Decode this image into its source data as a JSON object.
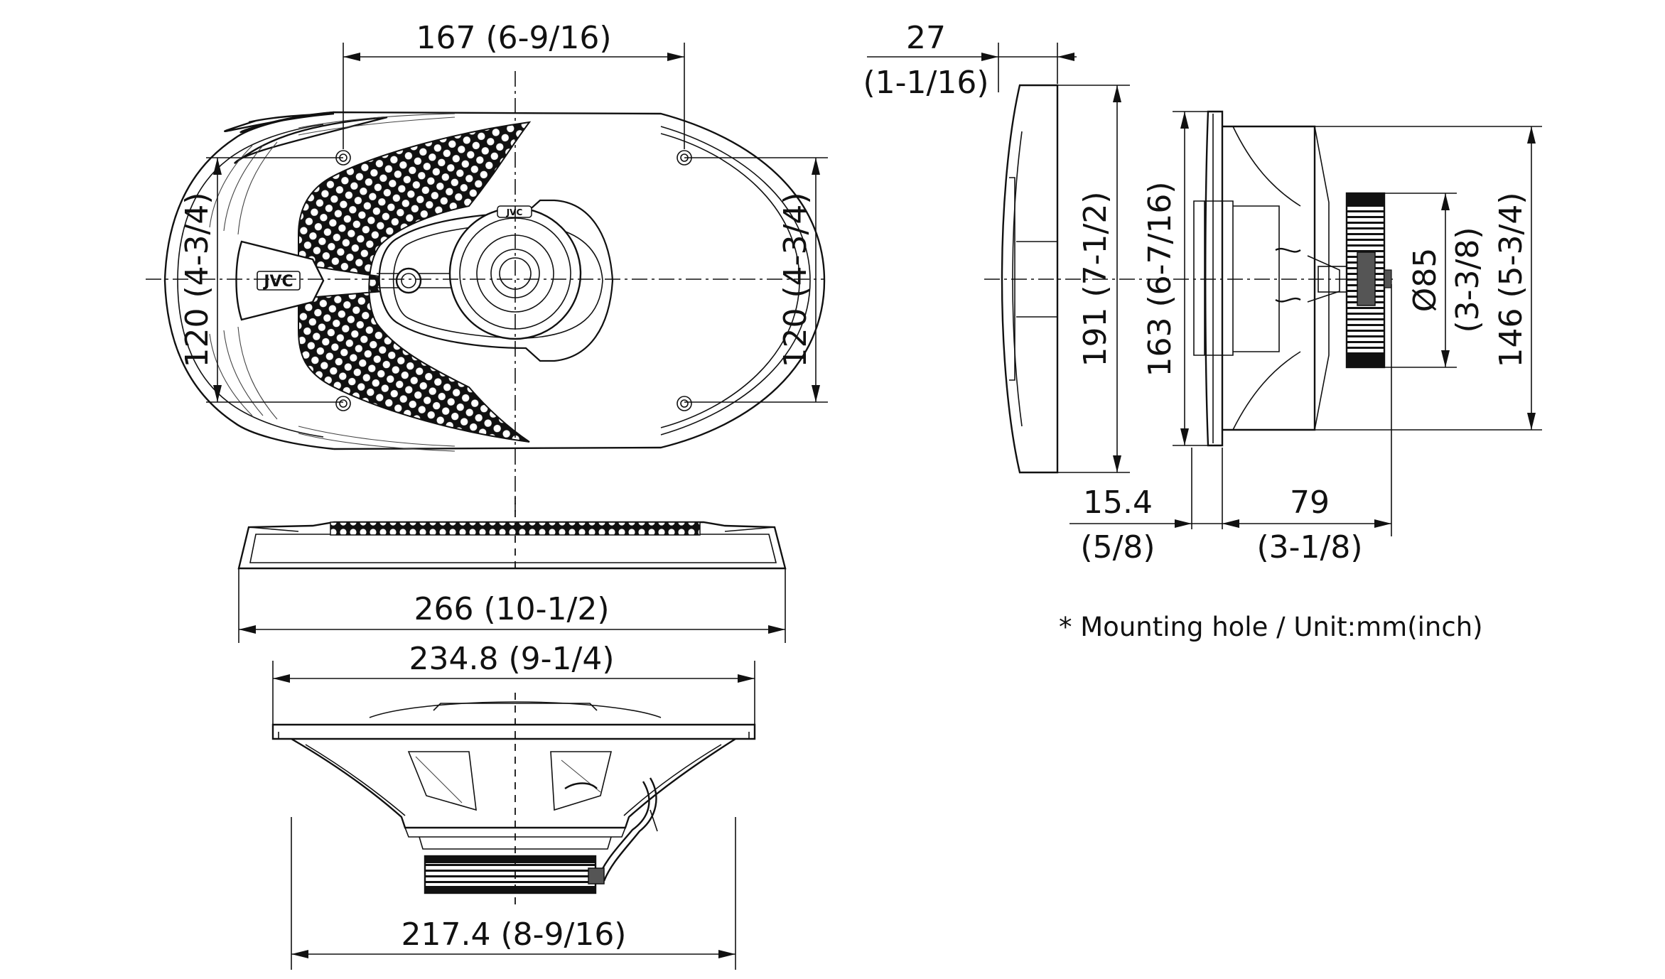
{
  "dimensions": {
    "front_width": "167 (6-9/16)",
    "front_height_left": "120 (4-3/4)",
    "front_height_right": "120 (4-3/4)",
    "grille_depth_mm": "27",
    "grille_depth_in": "(1-1/16)",
    "outer_height": "191 (7-1/2)",
    "cutout_height": "163 (6-7/16)",
    "magnet_dia_mm": "Ø85",
    "magnet_dia_in": "(3-3/8)",
    "frame_height": "146 (5-3/4)",
    "flange_depth_mm": "15.4",
    "flange_depth_in": "(5/8)",
    "mount_depth_mm": "79",
    "mount_depth_in": "(3-1/8)",
    "overall_width": "266 (10-1/2)",
    "hole_width": "234.8 (9-1/4)",
    "basket_width": "217.4 (8-9/16)"
  },
  "brand_logo": "JVC",
  "footnote": "* Mounting hole / Unit:mm(inch)",
  "colors": {
    "line": "#111111",
    "background": "#ffffff",
    "magnet": "#1a1a1a"
  }
}
